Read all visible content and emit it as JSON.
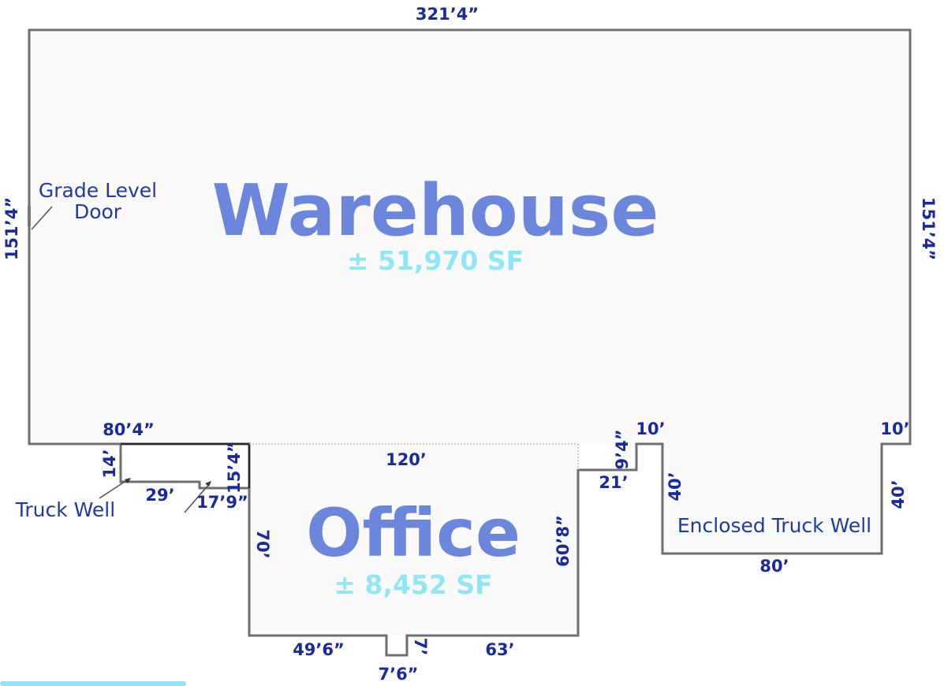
{
  "rooms": {
    "warehouse": {
      "name": "Warehouse",
      "area": "± 51,970 SF"
    },
    "office": {
      "name": "Office",
      "area": "± 8,452 SF"
    }
  },
  "labels": {
    "grade_level_door_line1": "Grade Level",
    "grade_level_door_line2": "Door",
    "truck_well": "Truck Well",
    "enclosed_truck_well": "Enclosed Truck Well"
  },
  "dimensions": {
    "top_width": "321’4”",
    "left_height": "151’4”",
    "right_height": "151’4”",
    "truck_well_top": "80’4”",
    "truck_well_left": "14’",
    "truck_well_bottom": "29’",
    "truck_well_right": "15’4”",
    "truck_well_offset": "17’9”",
    "office_top": "120’",
    "office_left": "70’",
    "office_right": "60’8”",
    "office_bottom_left": "49’6”",
    "notch_depth": "7’",
    "notch_width": "7’6”",
    "office_bottom_right": "63’",
    "step_height": "9’4”",
    "step_width": "21’",
    "enclosed_left_top": "10’",
    "enclosed_right_top": "10’",
    "enclosed_left": "40’",
    "enclosed_right": "40’",
    "enclosed_bottom": "80’"
  },
  "colors": {
    "title": "#6c86db",
    "area": "#8fe6f5",
    "dimension": "#1a2a9c",
    "wall": "#6f6f6f"
  }
}
